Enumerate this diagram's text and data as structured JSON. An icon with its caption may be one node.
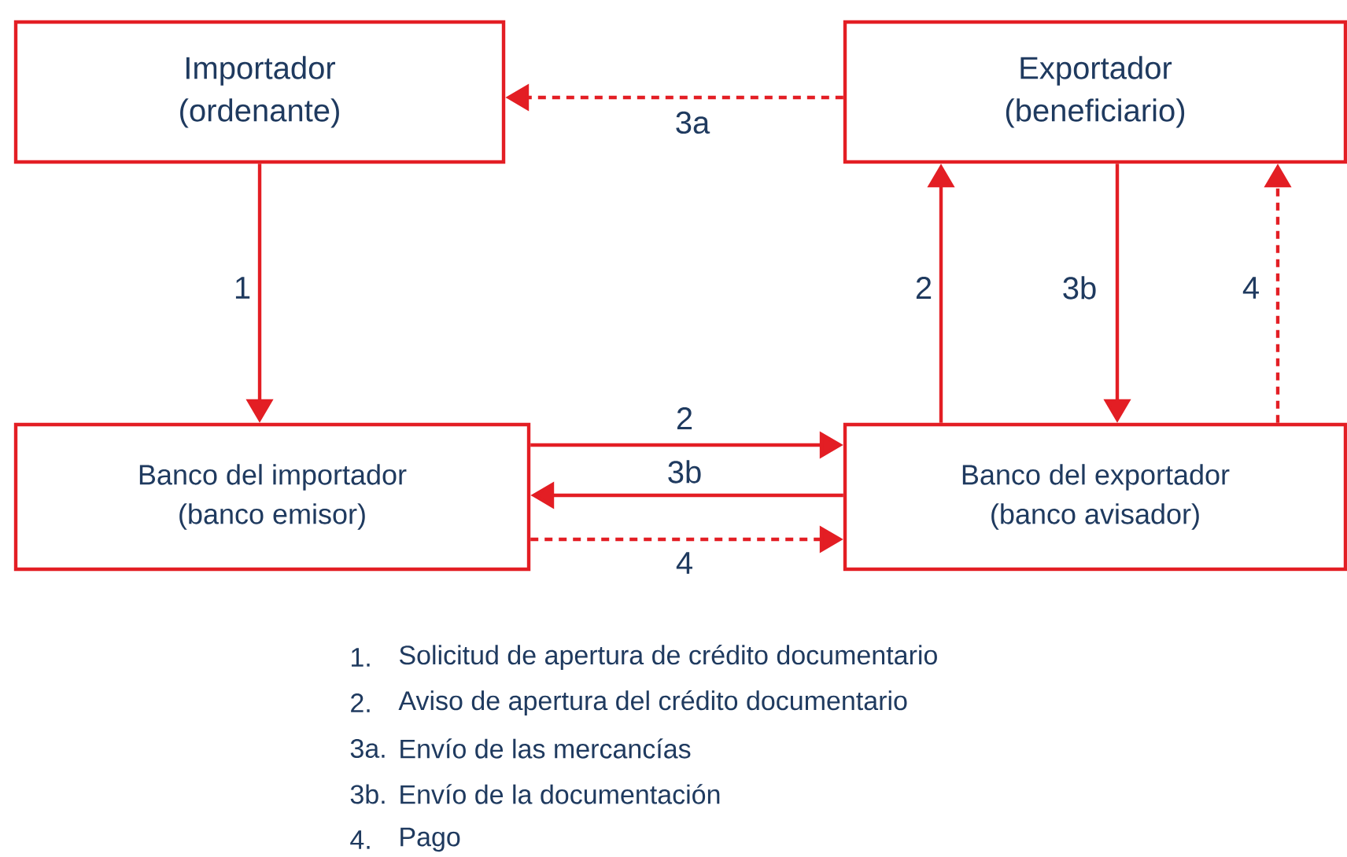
{
  "diagram": {
    "nodes": [
      {
        "text": [
          "Importador",
          "(ordenante)"
        ]
      },
      {
        "text": [
          "Exportador",
          "(beneficiario)"
        ]
      },
      {
        "text": [
          "Banco del importador",
          "(banco emisor)"
        ]
      },
      {
        "text": [
          "Banco del exportador",
          "(banco avisador)"
        ]
      }
    ],
    "edges": [
      {
        "from": 1,
        "to": 0,
        "arrow": "to",
        "label": "3a",
        "style": "dashed"
      },
      {
        "from": 0,
        "to": 2,
        "arrow": "to",
        "label": "1"
      },
      {
        "from": 2,
        "to": 3,
        "arrow": "to",
        "label": "2"
      },
      {
        "from": 3,
        "to": 2,
        "arrow": "to",
        "label": "3b"
      },
      {
        "from": 2,
        "to": 3,
        "arrow": "to",
        "label": "4",
        "style": "dashed"
      },
      {
        "from": 3,
        "to": 1,
        "arrow": "to",
        "label": "2"
      },
      {
        "from": 1,
        "to": 3,
        "arrow": "to",
        "label": "3b"
      },
      {
        "from": 3,
        "to": 1,
        "arrow": "to",
        "label": "4",
        "style": "dashed"
      }
    ],
    "labels": [
      "1.",
      "Solicitud de apertura de crédito documentario",
      "2.",
      "Aviso de apertura del crédito documentario",
      "3a.",
      "Envío de las mercancías",
      "3b.",
      "Envío de la documentación",
      "4.",
      "Pago"
    ]
  }
}
